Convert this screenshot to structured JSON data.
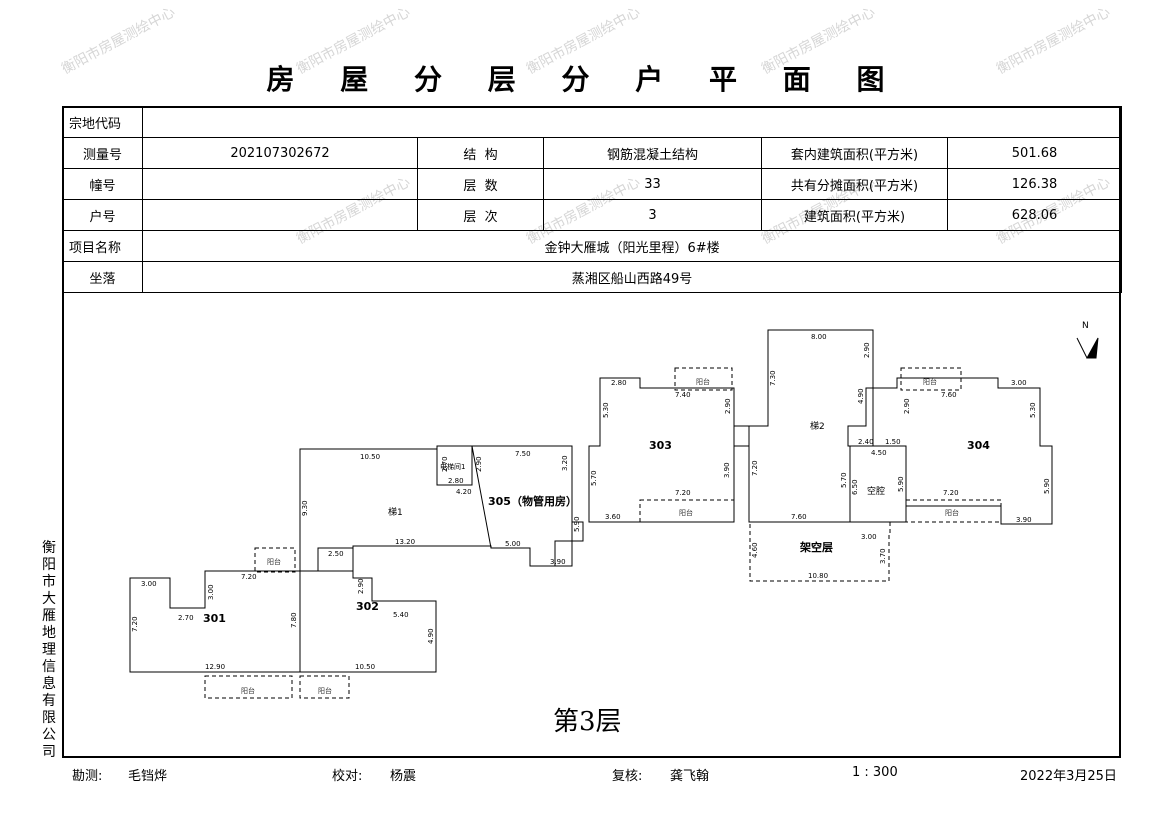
{
  "title": "房 屋 分 层 分 户 平 面 图",
  "table": {
    "zongdi_label": "宗地代码",
    "zongdi_value": "",
    "celiang_label": "测量号",
    "celiang_value": "202107302672",
    "jiegou_label": "结  构",
    "jiegou_value": "钢筋混凝土结构",
    "taonei_label": "套内建筑面积(平方米)",
    "taonei_value": "501.68",
    "zhuang_label": "幢号",
    "zhuang_value": "",
    "censhu_label": "层  数",
    "censhu_value": "33",
    "gongyou_label": "共有分摊面积(平方米)",
    "gongyou_value": "126.38",
    "hu_label": "户号",
    "hu_value": "",
    "cenci_label": "层  次",
    "cenci_value": "3",
    "jianzhu_label": "建筑面积(平方米)",
    "jianzhu_value": "628.06",
    "xiangmu_label": "项目名称",
    "xiangmu_value": "金钟大雁城（阳光里程）6#楼",
    "zuoluo_label": "坐落",
    "zuoluo_value": "蒸湘区船山西路49号"
  },
  "plan": {
    "floor_label": "第3层",
    "north": "N",
    "units": {
      "u301": "301",
      "u302": "302",
      "u303": "303",
      "u304": "304",
      "u305": "305（物管用房）",
      "stair1": "梯1",
      "stair2": "梯2",
      "kongqiang": "空腔",
      "jiakong": "架空层",
      "elevator": "电梯间1"
    },
    "balcony": "阳台",
    "dims": {
      "d1050a": "10.50",
      "d270a": "2.70",
      "d290a": "2.90",
      "d750": "7.50",
      "d320": "3.20",
      "d280a": "2.80",
      "d420": "4.20",
      "d930": "9.30",
      "d590a": "5.90",
      "d500": "5.00",
      "d390a": "3.90",
      "d1320": "13.20",
      "d250": "2.50",
      "d720a": "7.20",
      "d300a": "3.00",
      "d270b": "2.70",
      "d300b": "3.00",
      "d720b": "7.20",
      "d780": "7.80",
      "d540": "5.40",
      "d490": "4.90",
      "d1290": "12.90",
      "d1050b": "10.50",
      "d290b": "2.90",
      "d280b": "2.80",
      "d740": "7.40",
      "d530a": "5.30",
      "d290c": "2.90",
      "d570a": "5.70",
      "d390b": "3.90",
      "d720c": "7.20",
      "d360": "3.60",
      "d800": "8.00",
      "d730": "7.30",
      "d290d": "2.90",
      "d490b": "4.90",
      "d240": "2.40",
      "d450": "4.50",
      "d150": "1.50",
      "d720d": "7.20",
      "d570b": "5.70",
      "d650": "6.50",
      "d760": "7.60",
      "d300c": "3.00",
      "d370": "3.70",
      "d1080": "10.80",
      "d460": "4.60",
      "d760b": "7.60",
      "d300d": "3.00",
      "d530b": "5.30",
      "d290e": "2.90",
      "d590b": "5.90",
      "d720e": "7.20",
      "d390c": "3.90",
      "d590c": "5.90"
    }
  },
  "side_text": "衡阳市大雁地理信息有限公司",
  "footer": {
    "kance_label": "勘测:",
    "kance_name": "毛铛烨",
    "jiaodui_label": "校对:",
    "jiaodui_name": "杨震",
    "fuhe_label": "复核:",
    "fuhe_name": "龚飞翰",
    "scale": "1 : 300",
    "date": "2022年3月25日"
  },
  "watermark": "衡阳市房屋测绘中心"
}
